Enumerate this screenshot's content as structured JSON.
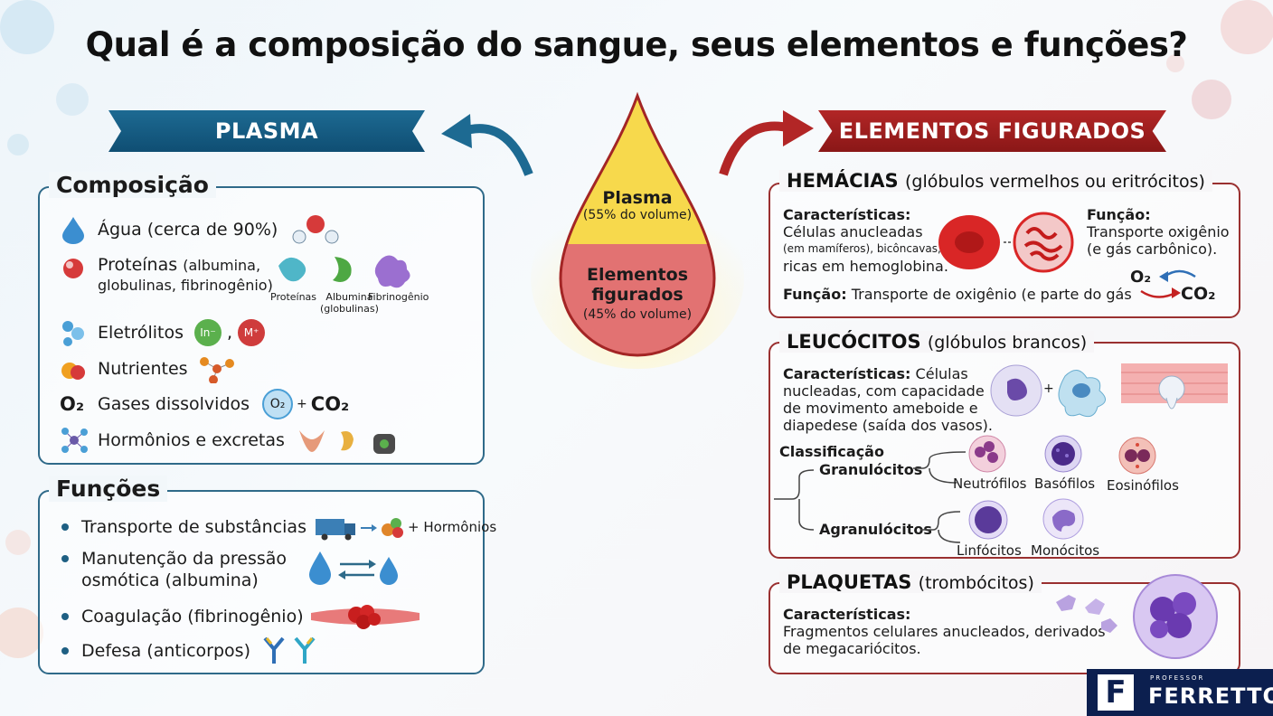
{
  "title": "Qual é a composição do sangue, seus elementos e funções?",
  "plasma_banner": "PLASMA",
  "elements_banner": "ELEMENTOS FIGURADOS",
  "drop": {
    "plasma_label": "Plasma",
    "plasma_pct": "(55% do volume)",
    "elements_label_1": "Elementos",
    "elements_label_2": "figurados",
    "elements_pct": "(45% do volume)"
  },
  "composicao": {
    "title": "Composição",
    "agua": "Água (cerca de 90%)",
    "proteinas_main": "Proteínas",
    "proteinas_detail_1": "(albumina,",
    "proteinas_detail_2": "globulinas, fibrinogênio)",
    "protein_labels": [
      "Proteínas",
      "Albumina",
      "(globulinas)",
      "Fibrinogênio"
    ],
    "eletrolitos": "Eletrólitos",
    "ion_1": "In⁻",
    "ion_sep": ",",
    "ion_2": "M⁺",
    "nutrientes": "Nutrientes",
    "o2": "O₂",
    "gases": "Gases dissolvidos",
    "o2_bubble": "O₂",
    "plus": "+",
    "co2": "CO₂",
    "hormonios": "Hormônios e excretas"
  },
  "funcoes": {
    "title": "Funções",
    "transporte": "Transporte de substâncias",
    "transporte_extra": "+ Hormônios",
    "pressao_1": "Manutenção da pressão",
    "pressao_2": "osmótica (albumina)",
    "coagulacao": "Coagulação (fibrinogênio)",
    "defesa": "Defesa (anticorpos)"
  },
  "hemacias": {
    "title": "HEMÁCIAS",
    "subtitle": "(glóbulos vermelhos ou eritrócitos)",
    "carac_title": "Características:",
    "carac_1": "Células anucleadas",
    "carac_2a": "(em mamíferos), bicôncavas,",
    "carac_3": "ricas em hemoglobina.",
    "func_title": "Função:",
    "func_1": "Transporte oxigênio",
    "func_2": "(e gás carbônico).",
    "funcao_label": "Função:",
    "funcao_text": "Transporte de oxigênio (e parte do gás",
    "o2": "O₂",
    "co2": "CO₂"
  },
  "leucocitos": {
    "title": "LEUCÓCITOS",
    "subtitle": "(glóbulos brancos)",
    "carac_title": "Características:",
    "carac_1": "Células",
    "carac_2": "nucleadas, com capacidade",
    "carac_3": "de movimento ameboide e",
    "carac_4": "diapedese (saída dos vasos).",
    "plus": "+",
    "classificacao": "Classificação",
    "granulocitos": "Granulócitos",
    "agranulocitos": "Agranulócitos",
    "cells": [
      "Neutrófilos",
      "Basófilos",
      "Eosinófilos",
      "Linfócitos",
      "Monócitos"
    ]
  },
  "plaquetas": {
    "title": "PLAQUETAS",
    "subtitle": "(trombócitos)",
    "carac_title": "Características:",
    "carac_1": "Fragmentos celulares anucleados, derivados",
    "carac_2": "de megacariócitos."
  },
  "logo": {
    "letter": "F",
    "top": "PROFESSOR",
    "name": "FERRETTO"
  },
  "colors": {
    "plasma_blue": "#1d6a92",
    "elements_red": "#b22626",
    "plasma_yellow": "#f7d94c",
    "blood_red": "#d93a3a"
  }
}
